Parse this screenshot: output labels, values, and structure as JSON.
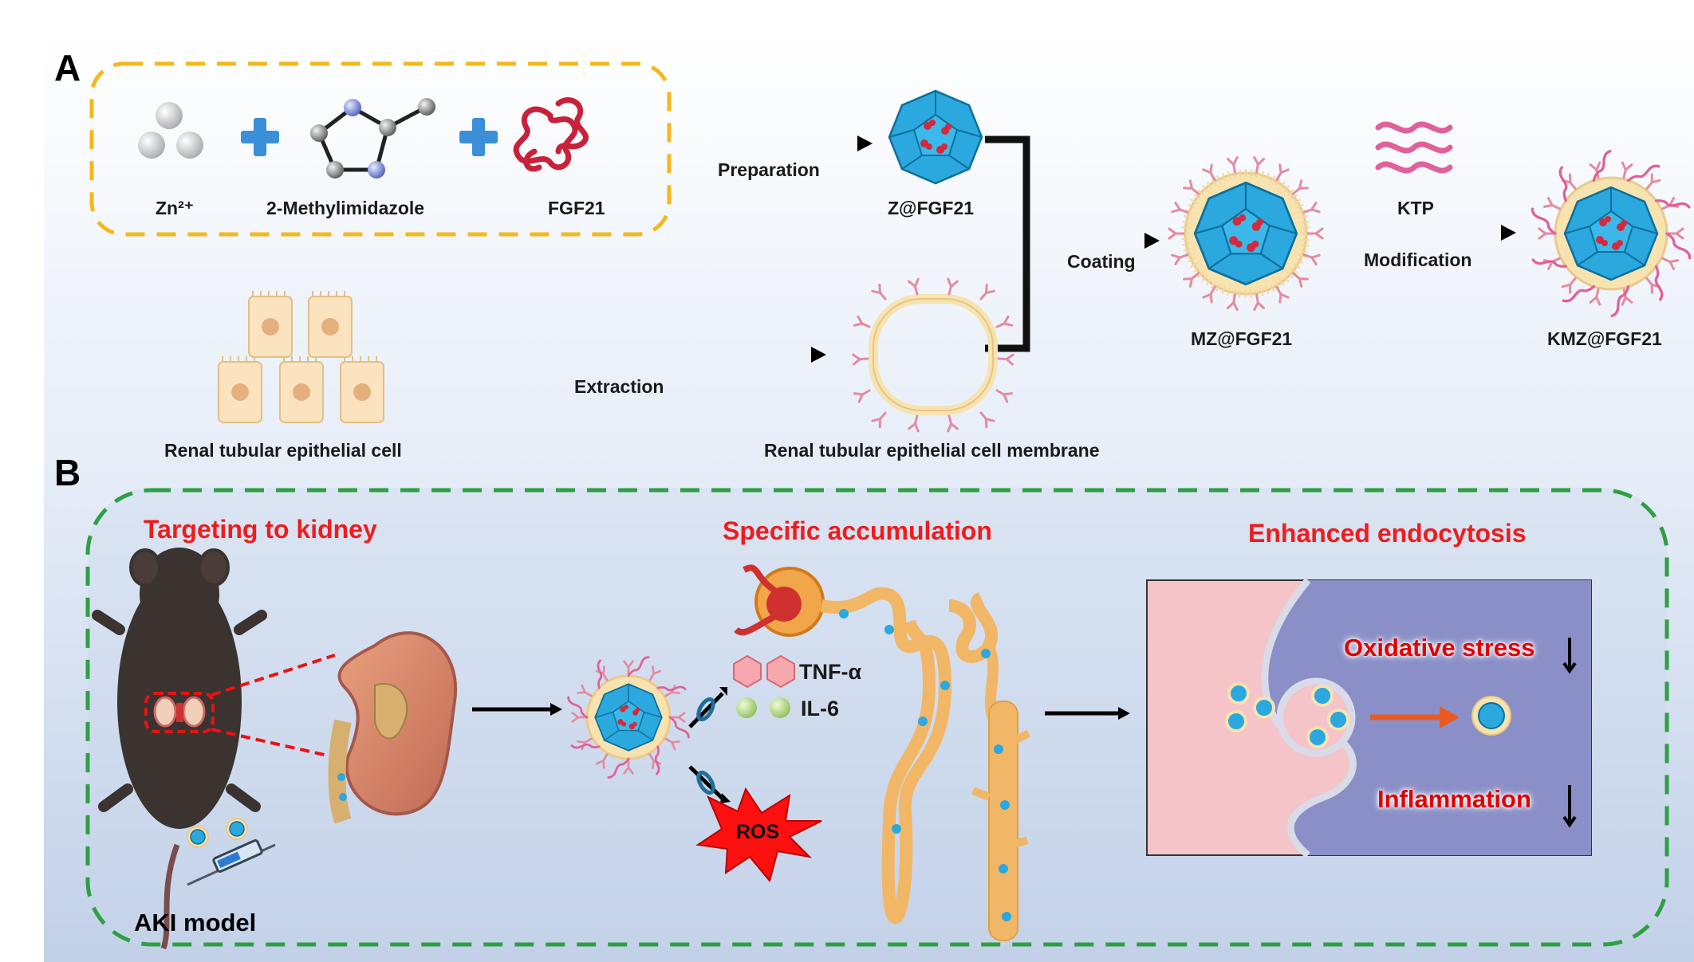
{
  "panels": {
    "a": "A",
    "b": "B"
  },
  "panel_a": {
    "zinc": "Zn²⁺",
    "linker": "2-Methylimidazole",
    "protein": "FGF21",
    "preparation": "Preparation",
    "product1": "Z@FGF21",
    "coating": "Coating",
    "product2": "MZ@FGF21",
    "ktp": "KTP",
    "modification": "Modification",
    "product3": "KMZ@FGF21",
    "cell": "Renal tubular epithelial cell",
    "extraction": "Extraction",
    "membrane": "Renal tubular epithelial cell membrane"
  },
  "panel_b": {
    "targeting": "Targeting to kidney",
    "accumulation": "Specific accumulation",
    "endocytosis": "Enhanced endocytosis",
    "tnf": "TNF-α",
    "il6": "IL-6",
    "ros": "ROS",
    "oxidative": "Oxidative stress",
    "inflammation": "Inflammation",
    "model": "AKI model"
  },
  "colors": {
    "dash_orange": "#f5b81c",
    "dash_green": "#2ea043",
    "label_red": "#ee1c1c",
    "mof_blue": "#2ba8dd",
    "membrane_cream": "#f7e3b0",
    "ktp_pink": "#e0609a",
    "cell_fill": "#fbe3bf"
  }
}
